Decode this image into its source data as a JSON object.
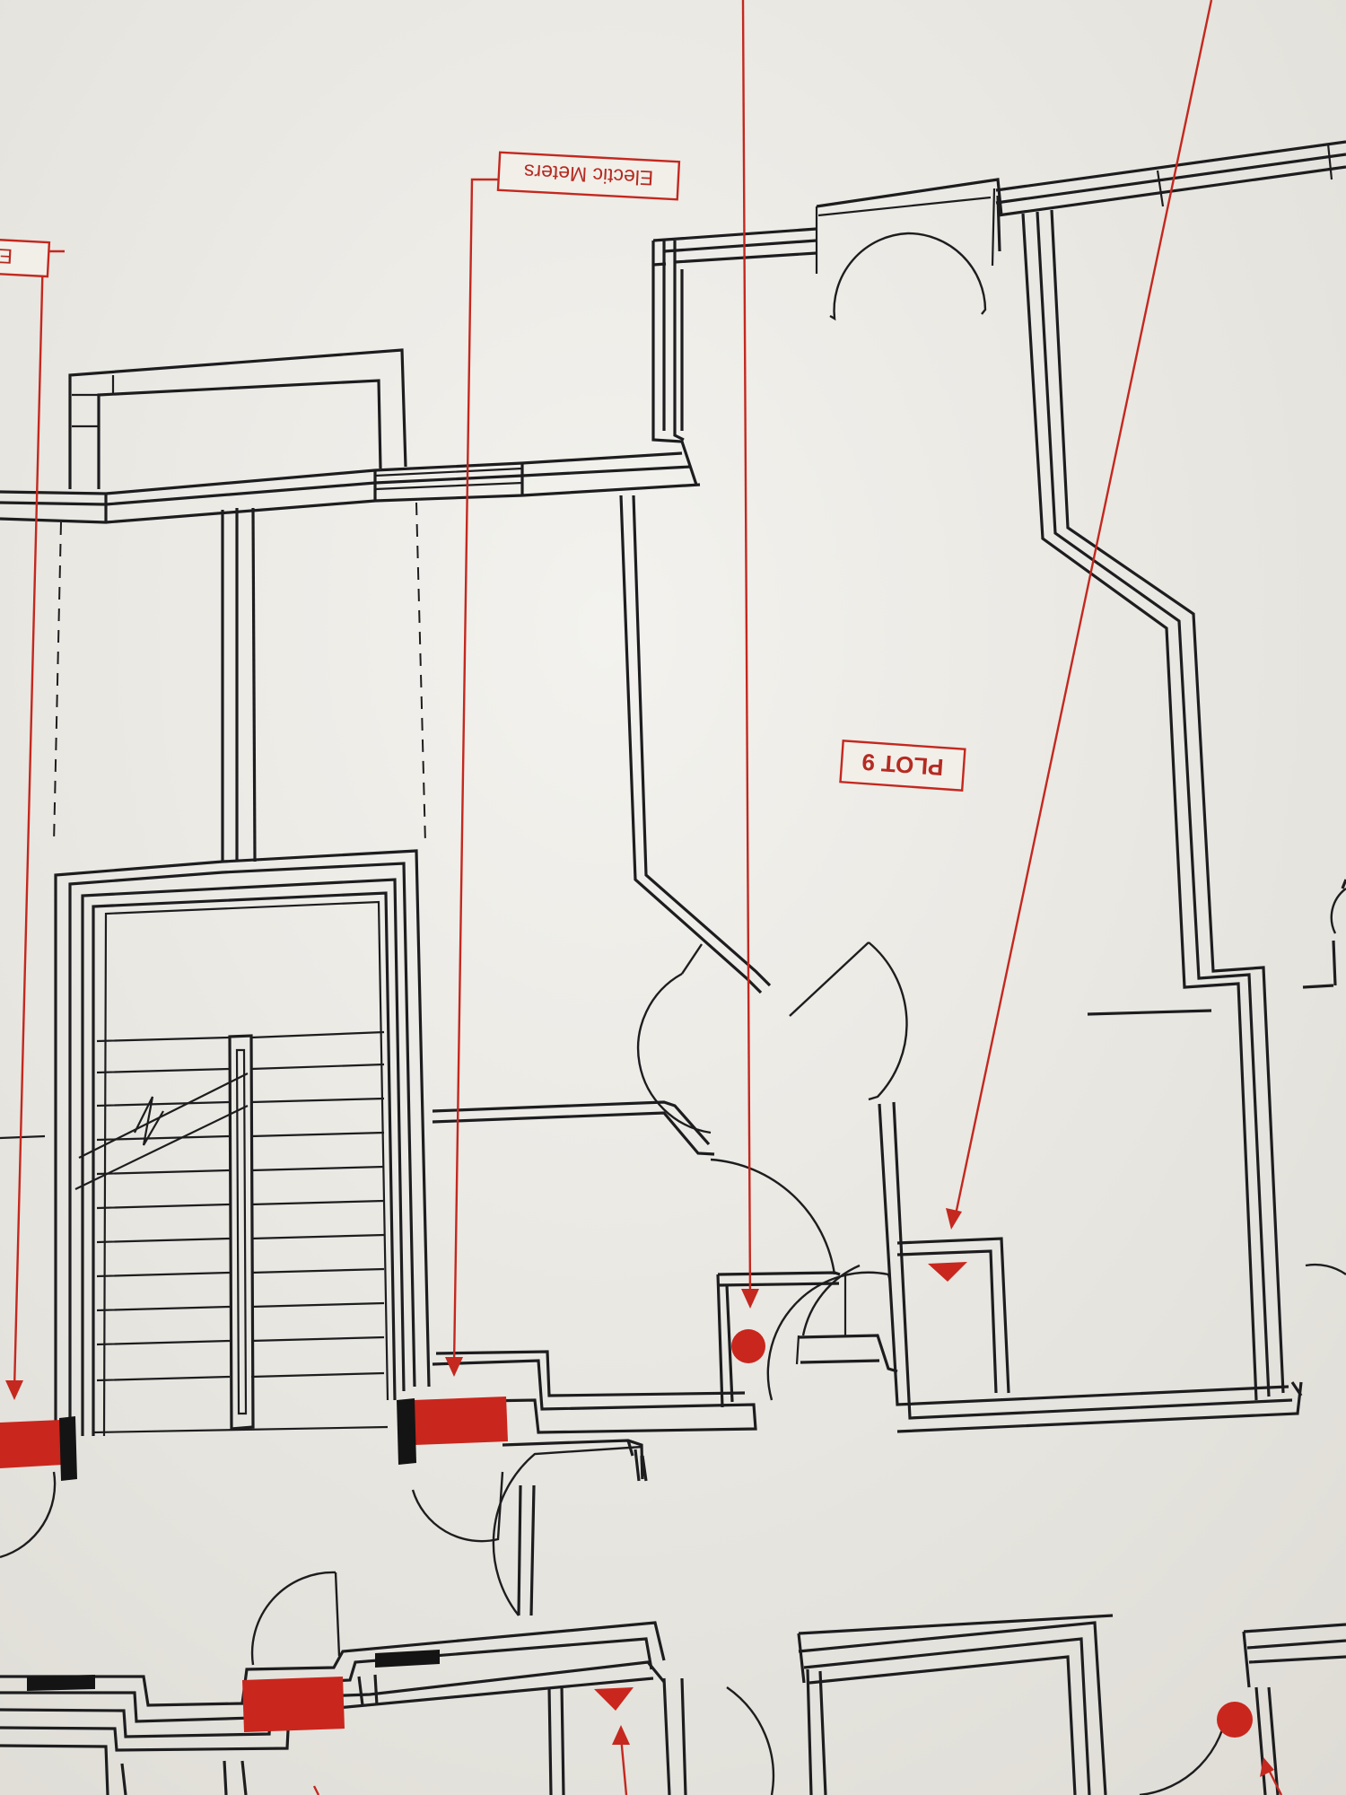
{
  "labels": {
    "electric_meters": "Electic Meters",
    "electric_meters_partial": "Ele",
    "plot": "PLOT 9"
  },
  "colors": {
    "paper": "#ecebe6",
    "linework": "#1d1d1f",
    "annotation_red": "#c4281f"
  },
  "symbols": [
    "meter-block",
    "socket-dot",
    "consumer-unit-triangle"
  ]
}
